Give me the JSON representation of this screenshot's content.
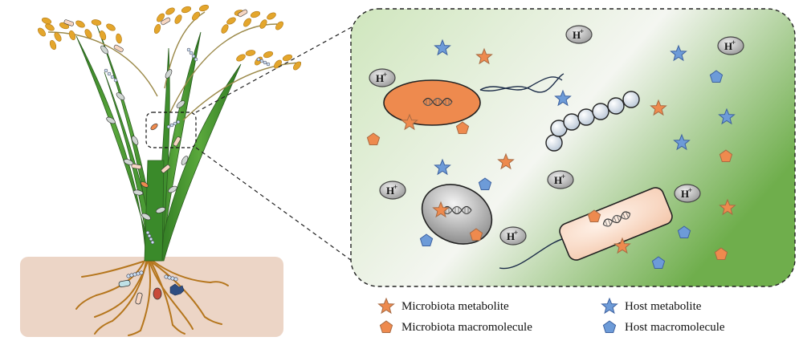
{
  "legend": {
    "microbiota_metabolite": "Microbiota metabolite",
    "microbiota_macromolecule": "Microbiota macromolecule",
    "host_metabolite": "Host metabolite",
    "host_macromolecule": "Host macromolecule"
  },
  "ion_label_base": "H",
  "ion_label_sup": "+",
  "colors": {
    "leaf_green": "#3f8f2e",
    "grain_gold": "#e0a32a",
    "soil": "#ecd5c6",
    "root_brown": "#b5761d",
    "microbiota_orange": "#ee8a4e",
    "host_blue": "#5f8fcf",
    "panel_green": "#7fb65a"
  },
  "icons": [
    "star-icon",
    "pentagon-icon",
    "dna-icon",
    "bacterium-icon",
    "cation-icon",
    "polymer-chain-icon"
  ]
}
